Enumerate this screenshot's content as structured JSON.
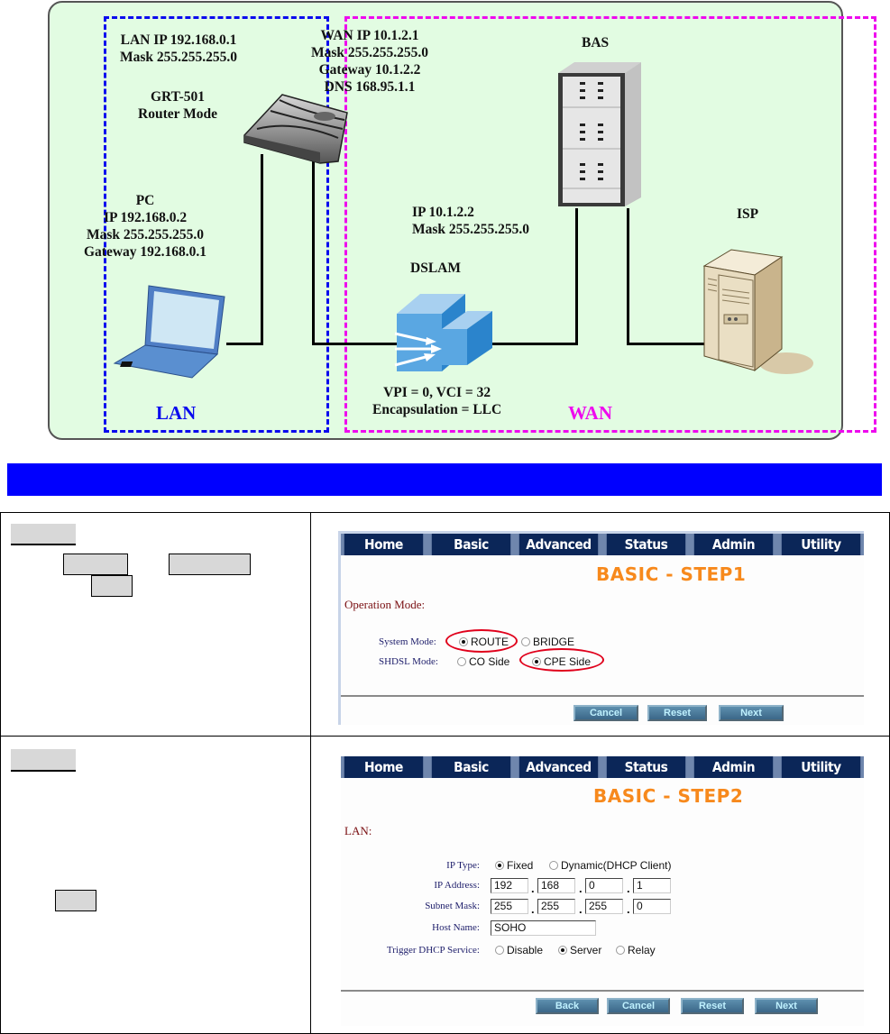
{
  "diagram": {
    "lan_router_info": [
      "LAN IP 192.168.0.1",
      "Mask 255.255.255.0"
    ],
    "router_name": [
      "GRT-501",
      "Router Mode"
    ],
    "pc_info": [
      "PC",
      "IP 192.168.0.2",
      "Mask 255.255.255.0",
      "Gateway 192.168.0.1"
    ],
    "wan_info": [
      "WAN IP 10.1.2.1",
      "Mask 255.255.255.0",
      "Gateway 10.1.2.2",
      "DNS 168.95.1.1"
    ],
    "bas_label": "BAS",
    "dslam_ip": [
      "IP 10.1.2.2",
      "Mask 255.255.255.0"
    ],
    "dslam_label": "DSLAM",
    "dslam_params": [
      "VPI = 0, VCI = 32",
      "Encapsulation = LLC"
    ],
    "isp_label": "ISP",
    "lan_zone_label": "LAN",
    "wan_zone_label": "WAN",
    "colors": {
      "lan": "#0a0aee",
      "wan": "#ee0aee",
      "background": "#e2fce2"
    }
  },
  "banner": {
    "color": "#0000ff"
  },
  "nav": [
    "Home",
    "Basic",
    "Advanced",
    "Status",
    "Admin",
    "Utility"
  ],
  "step1": {
    "title": "BASIC - STEP1",
    "section": "Operation Mode:",
    "system_mode": {
      "label": "System Mode:",
      "options": [
        "ROUTE",
        "BRIDGE"
      ],
      "selected": "ROUTE"
    },
    "shdsl_mode": {
      "label": "SHDSL Mode:",
      "options": [
        "CO Side",
        "CPE Side"
      ],
      "selected": "CPE Side"
    },
    "buttons": {
      "cancel": "Cancel",
      "reset": "Reset",
      "next": "Next"
    }
  },
  "step2": {
    "title": "BASIC - STEP2",
    "section": "LAN:",
    "ip_type": {
      "label": "IP Type:",
      "options": [
        "Fixed",
        "Dynamic(DHCP Client)"
      ],
      "selected": "Fixed"
    },
    "ip_address": {
      "label": "IP Address:",
      "octets": [
        "192",
        "168",
        "0",
        "1"
      ]
    },
    "subnet_mask": {
      "label": "Subnet Mask:",
      "octets": [
        "255",
        "255",
        "255",
        "0"
      ]
    },
    "host_name": {
      "label": "Host Name:",
      "value": "SOHO"
    },
    "dhcp": {
      "label": "Trigger DHCP Service:",
      "options": [
        "Disable",
        "Server",
        "Relay"
      ],
      "selected": "Server"
    },
    "buttons": {
      "back": "Back",
      "cancel": "Cancel",
      "reset": "Reset",
      "next": "Next"
    }
  }
}
